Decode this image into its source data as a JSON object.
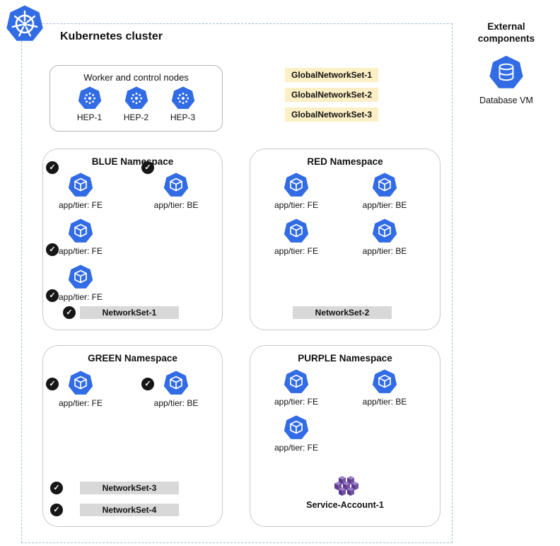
{
  "cluster": {
    "title": "Kubernetes cluster"
  },
  "nodes_panel": {
    "title": "Worker and control nodes",
    "nodes": [
      {
        "label": "HEP-1"
      },
      {
        "label": "HEP-2"
      },
      {
        "label": "HEP-3"
      }
    ]
  },
  "global_network_sets": [
    {
      "label": "GlobalNetworkSet-1"
    },
    {
      "label": "GlobalNetworkSet-2"
    },
    {
      "label": "GlobalNetworkSet-3"
    }
  ],
  "namespaces": {
    "blue": {
      "title": "BLUE Namespace",
      "pods": [
        {
          "label": "app/tier: FE",
          "checked": true
        },
        {
          "label": "app/tier: BE",
          "checked": true
        },
        {
          "label": "app/tier: FE",
          "checked": true
        },
        {
          "label": "app/tier: FE",
          "checked": true
        }
      ],
      "network_sets": [
        {
          "label": "NetworkSet-1",
          "checked": true
        }
      ]
    },
    "red": {
      "title": "RED Namespace",
      "pods": [
        {
          "label": "app/tier: FE",
          "checked": false
        },
        {
          "label": "app/tier: BE",
          "checked": false
        },
        {
          "label": "app/tier: FE",
          "checked": false
        },
        {
          "label": "app/tier: BE",
          "checked": false
        }
      ],
      "network_sets": [
        {
          "label": "NetworkSet-2",
          "checked": false
        }
      ]
    },
    "green": {
      "title": "GREEN Namespace",
      "pods": [
        {
          "label": "app/tier: FE",
          "checked": true
        },
        {
          "label": "app/tier: BE",
          "checked": true
        }
      ],
      "network_sets": [
        {
          "label": "NetworkSet-3",
          "checked": true
        },
        {
          "label": "NetworkSet-4",
          "checked": true
        }
      ]
    },
    "purple": {
      "title": "PURPLE Namespace",
      "pods": [
        {
          "label": "app/tier: FE",
          "checked": false
        },
        {
          "label": "app/tier: BE",
          "checked": false
        },
        {
          "label": "app/tier: FE",
          "checked": false
        }
      ],
      "service_account": {
        "label": "Service-Account-1"
      }
    }
  },
  "external": {
    "title": "External components",
    "items": [
      {
        "label": "Database VM"
      }
    ]
  },
  "icons": {
    "kubernetes-logo": "blue heptagon with white helm wheel",
    "pod-icon": "blue heptagon with white cube",
    "node-icon": "blue heptagon with white dotted ring",
    "database-icon": "blue heptagon with white database cylinder",
    "service-account-icon": "cluster of purple cubes",
    "check-icon": "black circle with white checkmark"
  },
  "colors": {
    "kubernetes_blue": "#326CE5",
    "highlight_yellow": "#FCEFC5",
    "networkset_gray": "#D8D8D8",
    "service_account_purple": "#7450A4",
    "dashed_border": "#A6BDD3"
  }
}
